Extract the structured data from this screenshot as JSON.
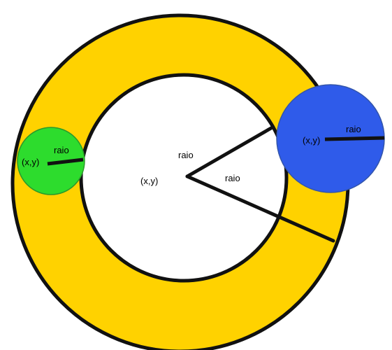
{
  "colors": {
    "ring": "#ffd200",
    "outline": "#111111",
    "inner": "#ffffff",
    "green_circle": "#2ddc2d",
    "blue_circle": "#2f5bea"
  },
  "labels": {
    "center_point": "(x,y)",
    "center_radius_upper": "raio",
    "center_radius_lower": "raio",
    "green_point": "(x,y)",
    "green_radius": "raio",
    "blue_point": "(x,y)",
    "blue_radius": "raio"
  }
}
